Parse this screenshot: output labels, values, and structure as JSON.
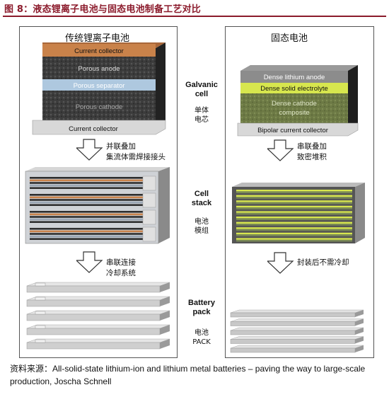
{
  "figure_title": "图 8：液态锂离子电池与固态电池制备工艺对比",
  "left_panel": {
    "title": "传统锂离子电池",
    "cell_layers": {
      "top": "Current collector",
      "anode": "Porous anode",
      "separator": "Porous separator",
      "cathode": "Porous cathode",
      "bottom": "Current collector"
    },
    "step1_lines": [
      "并联叠加",
      "集流体需焊接接头"
    ],
    "step2_lines": [
      "串联连接",
      "冷却系统"
    ]
  },
  "right_panel": {
    "title": "固态电池",
    "cell_layers": {
      "anode": "Dense lithium anode",
      "electrolyte": "Dense solid electrolyte",
      "cathode_line1": "Dense cathode",
      "cathode_line2": "composite",
      "bottom": "Bipolar current collector"
    },
    "step1_lines": [
      "串联叠加",
      "致密堆积"
    ],
    "step2_lines": [
      "封装后不需冷却"
    ]
  },
  "middle_labels": {
    "galvanic_en": [
      "Galvanic",
      "cell"
    ],
    "galvanic_zh": [
      "单体",
      "电芯"
    ],
    "stack_en": [
      "Cell",
      "stack"
    ],
    "stack_zh": [
      "电池",
      "模组"
    ],
    "pack_en": [
      "Battery",
      "pack"
    ],
    "pack_zh": [
      "电池",
      "PACK"
    ]
  },
  "source_text": "资料来源：All-solid-state lithium-ion and lithium metal batteries – paving the way to large-scale production, Joscha Schnell",
  "colors": {
    "title_red": "#8b1a2b",
    "copper": "#c9824a",
    "separator_blue": "#aec8df",
    "electrolyte_yellow": "#d7e64e",
    "cathode_green": "#6d7a45"
  }
}
